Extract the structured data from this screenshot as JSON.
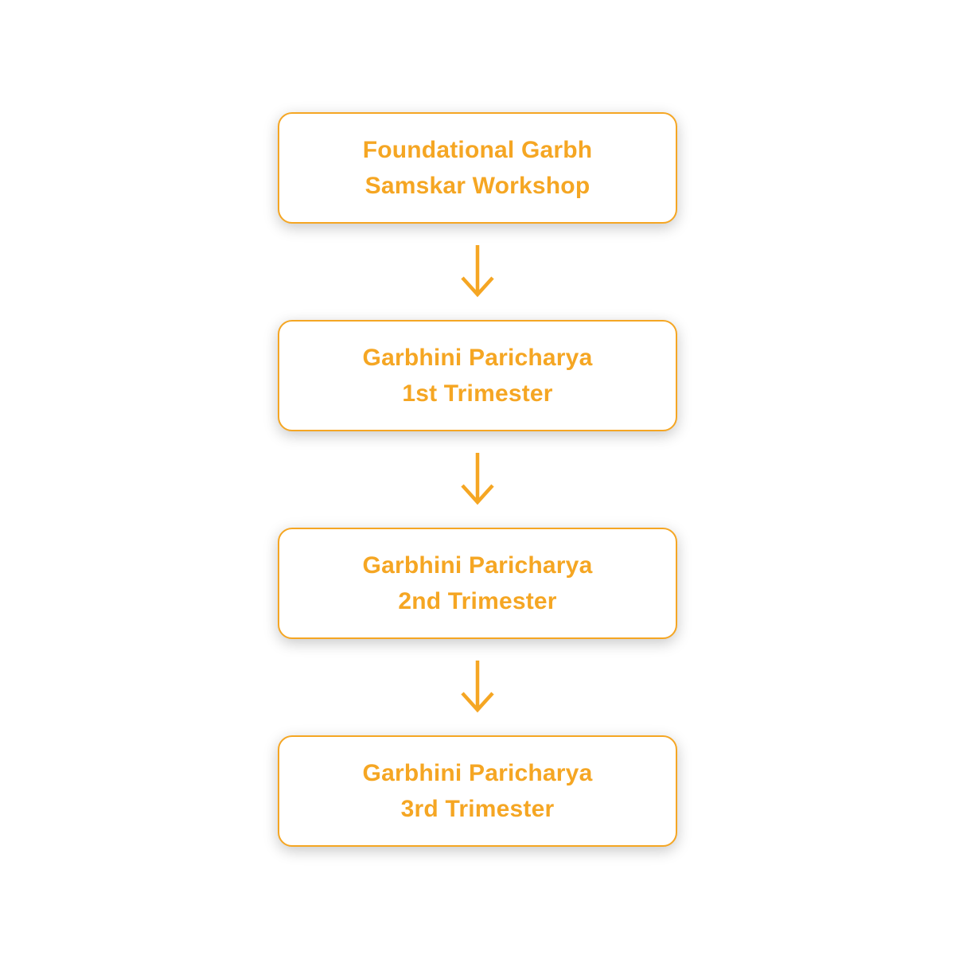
{
  "diagram": {
    "type": "flowchart",
    "direction": "top-to-bottom",
    "accent_color": "#F5A623",
    "background_color": "#FFFFFF",
    "connector": "down-arrow",
    "nodes": [
      {
        "line1": "Foundational Garbh",
        "line2": "Samskar Workshop"
      },
      {
        "line1": "Garbhini Paricharya",
        "line2": "1st Trimester"
      },
      {
        "line1": "Garbhini Paricharya",
        "line2": "2nd Trimester"
      },
      {
        "line1": "Garbhini Paricharya",
        "line2": "3rd Trimester"
      }
    ]
  }
}
